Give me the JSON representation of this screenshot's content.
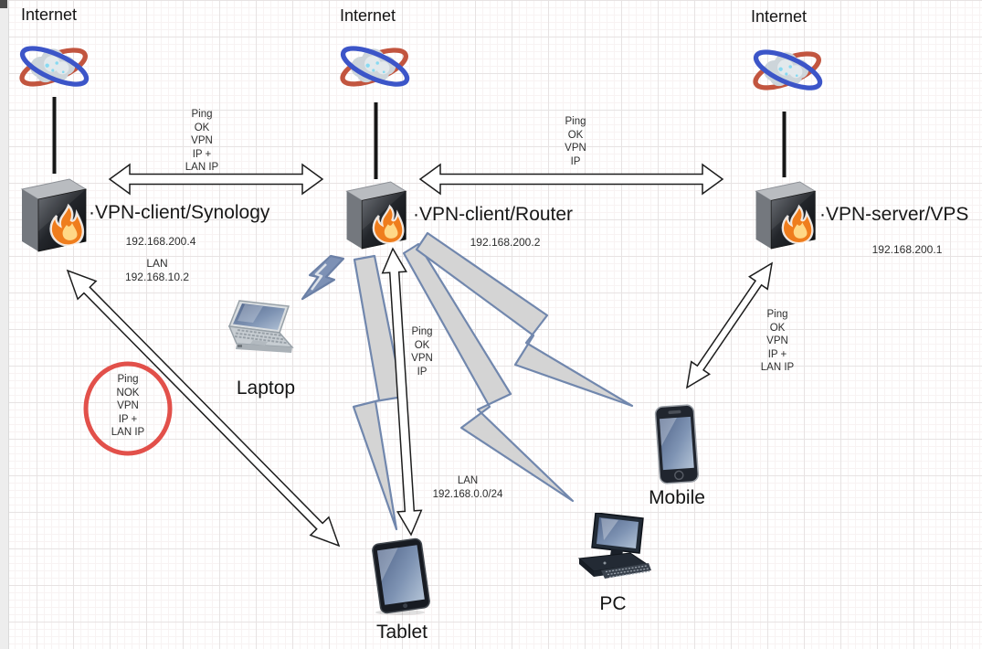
{
  "diagram": {
    "internet_left": "Internet",
    "internet_mid": "Internet",
    "internet_right": "Internet",
    "synology": {
      "title": "·VPN-client/Synology",
      "ip": "192.168.200.4",
      "lan": "LAN\n192.168.10.2"
    },
    "router": {
      "title": "·VPN-client/Router",
      "ip": "192.168.200.2"
    },
    "vps": {
      "title": "·VPN-server/VPS",
      "ip": "192.168.200.1"
    },
    "laptop": "Laptop",
    "tablet": "Tablet",
    "pc": "PC",
    "mobile": "Mobile",
    "links": {
      "synology_router": "Ping\nOK\nVPN\nIP +\nLAN IP",
      "router_vps": "Ping\nOK\nVPN\nIP",
      "tablet_router": "Ping\nOK\nVPN\nIP",
      "mobile_vps": "Ping\nOK\nVPN\nIP +\nLAN IP",
      "synology_tablet_nok": "Ping\nNOK\nVPN\nIP +\nLAN IP",
      "lan_subnet": "LAN\n192.168.0.0/24"
    },
    "colors": {
      "bolt_fill": "#d4d4d4",
      "bolt_stroke": "#7187ad",
      "bolt_blue": "#7d91b5",
      "nok_circle": "#e2504a"
    }
  }
}
